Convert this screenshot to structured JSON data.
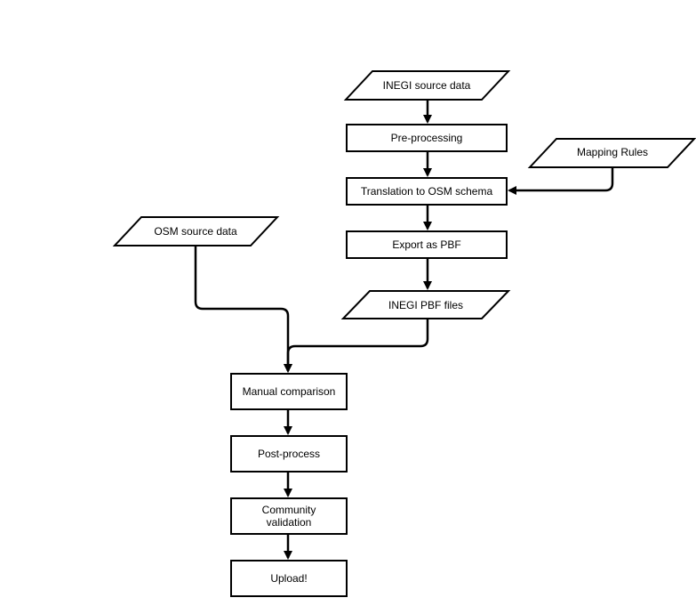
{
  "nodes": [
    {
      "id": "inegi_source",
      "shape": "parallelogram",
      "label": "INEGI source data"
    },
    {
      "id": "preprocessing",
      "shape": "process",
      "label": "Pre-processing"
    },
    {
      "id": "mapping_rules",
      "shape": "parallelogram",
      "label": "Mapping Rules"
    },
    {
      "id": "translation",
      "shape": "process",
      "label": "Translation to OSM schema"
    },
    {
      "id": "export_pbf",
      "shape": "process",
      "label": "Export as PBF"
    },
    {
      "id": "osm_source",
      "shape": "parallelogram",
      "label": "OSM source data"
    },
    {
      "id": "inegi_pbf",
      "shape": "parallelogram",
      "label": "INEGI PBF files"
    },
    {
      "id": "manual_comparison",
      "shape": "process",
      "label": "Manual comparison"
    },
    {
      "id": "post_process",
      "shape": "process",
      "label": "Post-process"
    },
    {
      "id": "community_validation",
      "shape": "process",
      "label": "Community validation",
      "label_lines": [
        "Community",
        "validation"
      ]
    },
    {
      "id": "upload",
      "shape": "process",
      "label": "Upload!"
    }
  ],
  "edges": [
    {
      "from": "inegi_source",
      "to": "preprocessing"
    },
    {
      "from": "preprocessing",
      "to": "translation"
    },
    {
      "from": "mapping_rules",
      "to": "translation"
    },
    {
      "from": "translation",
      "to": "export_pbf"
    },
    {
      "from": "export_pbf",
      "to": "inegi_pbf"
    },
    {
      "from": "osm_source",
      "to": "manual_comparison"
    },
    {
      "from": "inegi_pbf",
      "to": "manual_comparison"
    },
    {
      "from": "manual_comparison",
      "to": "post_process"
    },
    {
      "from": "post_process",
      "to": "community_validation"
    },
    {
      "from": "community_validation",
      "to": "upload"
    }
  ],
  "colors": {
    "stroke": "#000000",
    "fill": "#ffffff",
    "text": "#000000"
  }
}
